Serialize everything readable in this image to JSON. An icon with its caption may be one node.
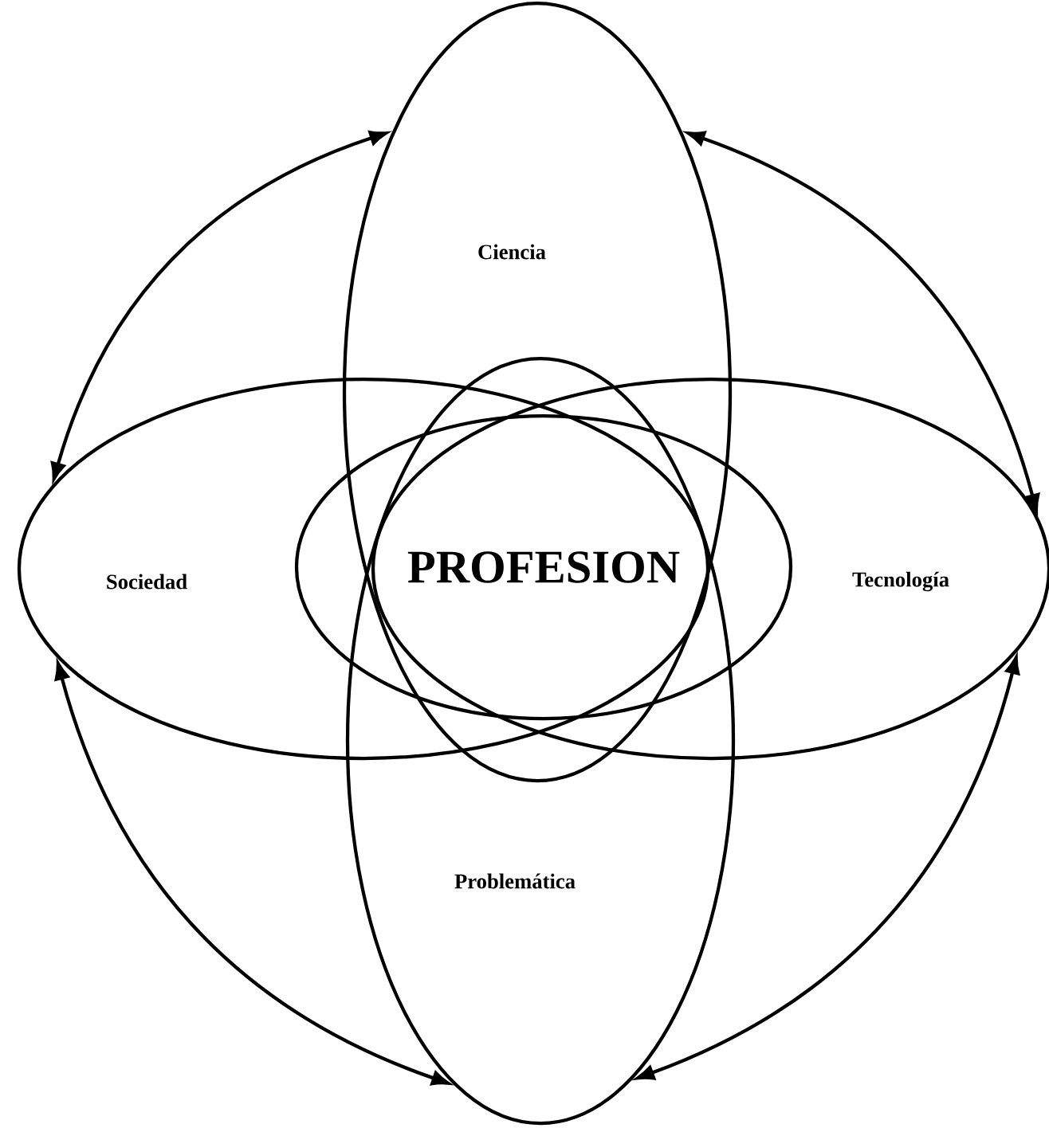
{
  "diagram": {
    "nodes": [
      {
        "text": [
          "Ciencia"
        ]
      },
      {
        "text": [
          "Sociedad"
        ]
      },
      {
        "text": [
          "PROFESION"
        ]
      },
      {
        "text": [
          "Tecnología"
        ]
      },
      {
        "text": [
          "Problemática"
        ]
      }
    ],
    "edges": [
      {
        "from": 0,
        "to": 1,
        "arrow": "both"
      },
      {
        "from": 0,
        "to": 3,
        "arrow": "both"
      },
      {
        "from": 1,
        "to": 4,
        "arrow": "both"
      },
      {
        "from": 3,
        "to": 4,
        "arrow": "both"
      }
    ]
  }
}
